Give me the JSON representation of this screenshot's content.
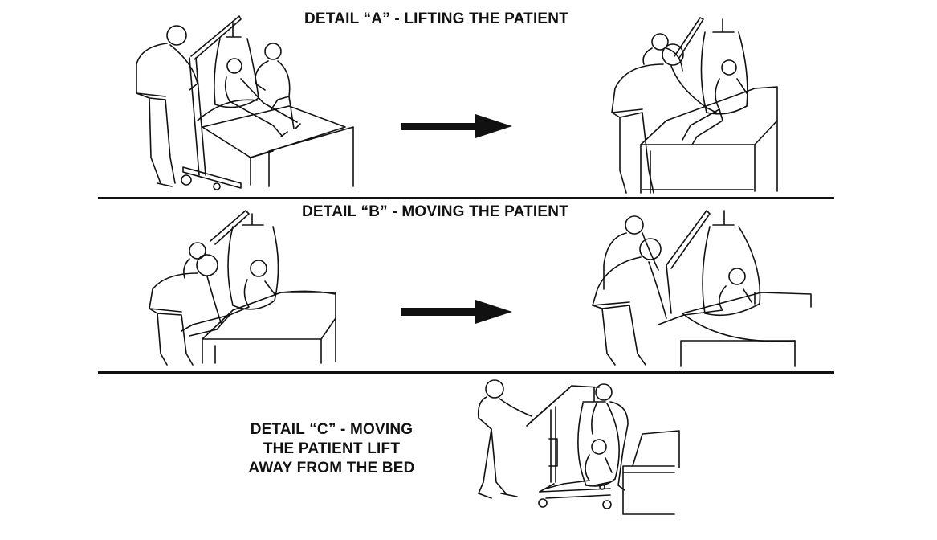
{
  "detail_a": {
    "title": "DETAIL “A” - LIFTING THE PATIENT"
  },
  "detail_b": {
    "title": "DETAIL “B” - MOVING THE PATIENT"
  },
  "detail_c": {
    "title_lines": [
      "DETAIL “C” - MOVING",
      "THE PATIENT LIFT",
      "AWAY FROM THE BED"
    ]
  },
  "colors": {
    "ink": "#111111",
    "paper": "#ffffff"
  },
  "icons": [
    "right-arrow-icon",
    "right-arrow-icon"
  ]
}
